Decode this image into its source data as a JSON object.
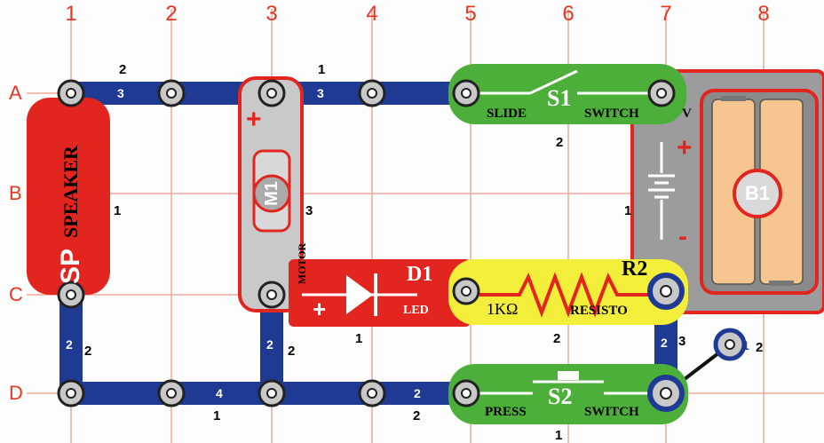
{
  "grid": {
    "columns": [
      "1",
      "2",
      "3",
      "4",
      "5",
      "6",
      "7",
      "8"
    ],
    "rows": [
      "A",
      "B",
      "C",
      "D"
    ]
  },
  "components": {
    "speaker": {
      "code": "SP",
      "name": "SPEAKER",
      "color": "#e3251f"
    },
    "motor": {
      "code": "M1",
      "name": "MOTOR",
      "color": "#c9c9c9"
    },
    "slide_switch": {
      "code": "S1",
      "left": "SLIDE",
      "right": "SWITCH",
      "color": "#4caf3a"
    },
    "battery": {
      "code": "B1",
      "partial": "V",
      "plus": "+",
      "minus": "-",
      "color": "#f7c58f"
    },
    "led": {
      "code": "D1",
      "name": "LED",
      "plus": "+",
      "color": "#e3251f"
    },
    "resistor": {
      "code": "R2",
      "value": "1KΩ",
      "name": "RESISTO",
      "color": "#f2ee3a"
    },
    "press_switch": {
      "code": "S2",
      "left": "PRESS",
      "right": "SWITCH",
      "color": "#4caf3a"
    },
    "motor_plus": "+"
  },
  "wires": {
    "top_left": "3",
    "top_mid": "3",
    "left_vertical": "2",
    "mid_vertical": "2",
    "bottom_left": "4",
    "bottom_mid": "2",
    "right_vertical": "2",
    "jumper": "1"
  },
  "levels": {
    "a_top_1": "2",
    "a_top_2": "1",
    "b_speaker": "1",
    "b_motor": "3",
    "b_battery": "1",
    "s1_below": "2",
    "c_led": "1",
    "c_resistor": "2",
    "d_left_wire": "2",
    "d_mid_wire": "2",
    "d_bottom_1": "1",
    "d_bottom_2": "2",
    "d_right_3": "3",
    "d_jumper_2": "2",
    "d_s2_below": "1"
  }
}
